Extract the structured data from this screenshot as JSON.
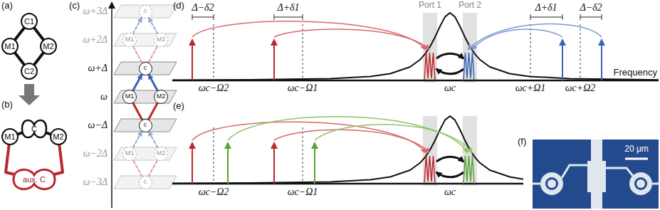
{
  "diagram": {
    "nodes": [
      {
        "text": [
          "C1"
        ]
      },
      {
        "text": [
          "M1"
        ]
      },
      {
        "text": [
          "M2"
        ]
      },
      {
        "text": [
          "C2"
        ]
      },
      {
        "text": [
          "M1"
        ]
      },
      {
        "text": [
          "C"
        ]
      },
      {
        "text": [
          "M2"
        ]
      },
      {
        "text": [
          "aux. C"
        ]
      },
      {
        "text": [
          "c"
        ]
      },
      {
        "text": [
          "M1"
        ]
      },
      {
        "text": [
          "M2"
        ]
      },
      {
        "text": [
          "c"
        ]
      },
      {
        "text": [
          "M1"
        ]
      },
      {
        "text": [
          "M2"
        ]
      },
      {
        "text": [
          "c"
        ]
      },
      {
        "text": [
          "M1"
        ]
      },
      {
        "text": [
          "M2"
        ]
      },
      {
        "text": [
          "c"
        ]
      }
    ],
    "edges": [
      {
        "from": 0,
        "to": 1,
        "arrow": "none"
      },
      {
        "from": 0,
        "to": 2,
        "arrow": "none"
      },
      {
        "from": 1,
        "to": 3,
        "arrow": "none"
      },
      {
        "from": 2,
        "to": 3,
        "arrow": "none"
      },
      {
        "from": 4,
        "to": 5,
        "arrow": "none"
      },
      {
        "from": 5,
        "to": 6,
        "arrow": "none"
      },
      {
        "from": 4,
        "to": 7,
        "arrow": "none"
      },
      {
        "from": 7,
        "to": 6,
        "arrow": "none"
      },
      {
        "from": 9,
        "to": 8,
        "arrow": "to"
      },
      {
        "from": 10,
        "to": 8,
        "arrow": "to"
      },
      {
        "from": 11,
        "to": 9,
        "arrow": "none"
      },
      {
        "from": 11,
        "to": 10,
        "arrow": "none"
      },
      {
        "from": 12,
        "to": 11,
        "arrow": "to"
      },
      {
        "from": 13,
        "to": 11,
        "arrow": "to"
      },
      {
        "from": 14,
        "to": 12,
        "arrow": "none"
      },
      {
        "from": 14,
        "to": 13,
        "arrow": "none"
      },
      {
        "from": 15,
        "to": 14,
        "arrow": "to"
      },
      {
        "from": 16,
        "to": 14,
        "arrow": "to"
      },
      {
        "from": 17,
        "to": 15,
        "arrow": "none"
      },
      {
        "from": 17,
        "to": 16,
        "arrow": "none"
      }
    ],
    "labels": [
      "(a)",
      "(b)",
      "(c)",
      "ω+3Δ",
      "ω+2Δ",
      "ω+Δ",
      "ω",
      "ω−Δ",
      "ω−2Δ",
      "ω−3Δ",
      "(d)",
      "Δ−δ2",
      "Δ+δ1",
      "Δ+δ1",
      "Δ−δ2",
      "Port 1",
      "Port 2",
      "Frequency",
      "ωc−Ω2",
      "ωc−Ω1",
      "ωc",
      "ωc+Ω1",
      "ωc+Ω2",
      "(e)",
      "ωc−Ω2",
      "ωc−Ω1",
      "ωc",
      "(f)",
      "20 μm"
    ]
  }
}
